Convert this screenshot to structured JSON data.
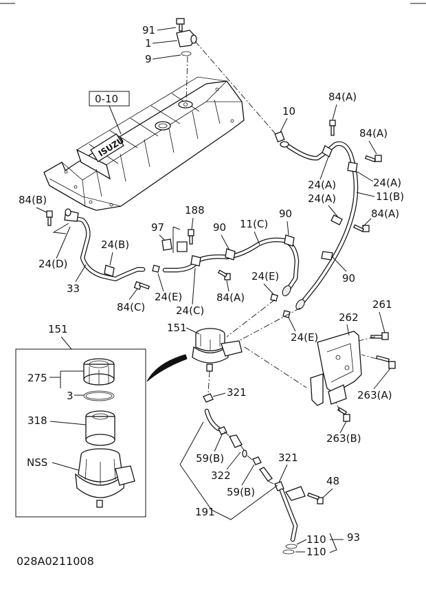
{
  "diagram_code": "028A0211008",
  "ref_box": "0-10",
  "labels": {
    "l91": "91",
    "l1": "1",
    "l9": "9",
    "l10": "10",
    "l84a_top": "84(A)",
    "l84a_right": "84(A)",
    "l84a_right2": "84(A)",
    "l84a_mid": "84(A)",
    "l84b": "84(B)",
    "l84c": "84(C)",
    "l24a_1": "24(A)",
    "l24a_2": "24(A)",
    "l24a_3": "24(A)",
    "l11b": "11(B)",
    "l11c": "11(C)",
    "l188": "188",
    "l97": "97",
    "l90_a": "90",
    "l90_b": "90",
    "l90_c": "90",
    "l24b": "24(B)",
    "l24d": "24(D)",
    "l33": "33",
    "l24e_1": "24(E)",
    "l24e_2": "24(E)",
    "l24e_3": "24(E)",
    "l24c": "24(C)",
    "l151_box": "151",
    "l151": "151",
    "l275": "275",
    "l3": "3",
    "l318": "318",
    "lnss": "NSS",
    "l261": "261",
    "l262": "262",
    "l263a": "263(A)",
    "l263b": "263(B)",
    "l321_a": "321",
    "l321_b": "321",
    "l59b_1": "59(B)",
    "l59b_2": "59(B)",
    "l322": "322",
    "l191": "191",
    "l48": "48",
    "l110_a": "110",
    "l110_b": "110",
    "l93": "93"
  },
  "cover_logo": "ISUZU"
}
